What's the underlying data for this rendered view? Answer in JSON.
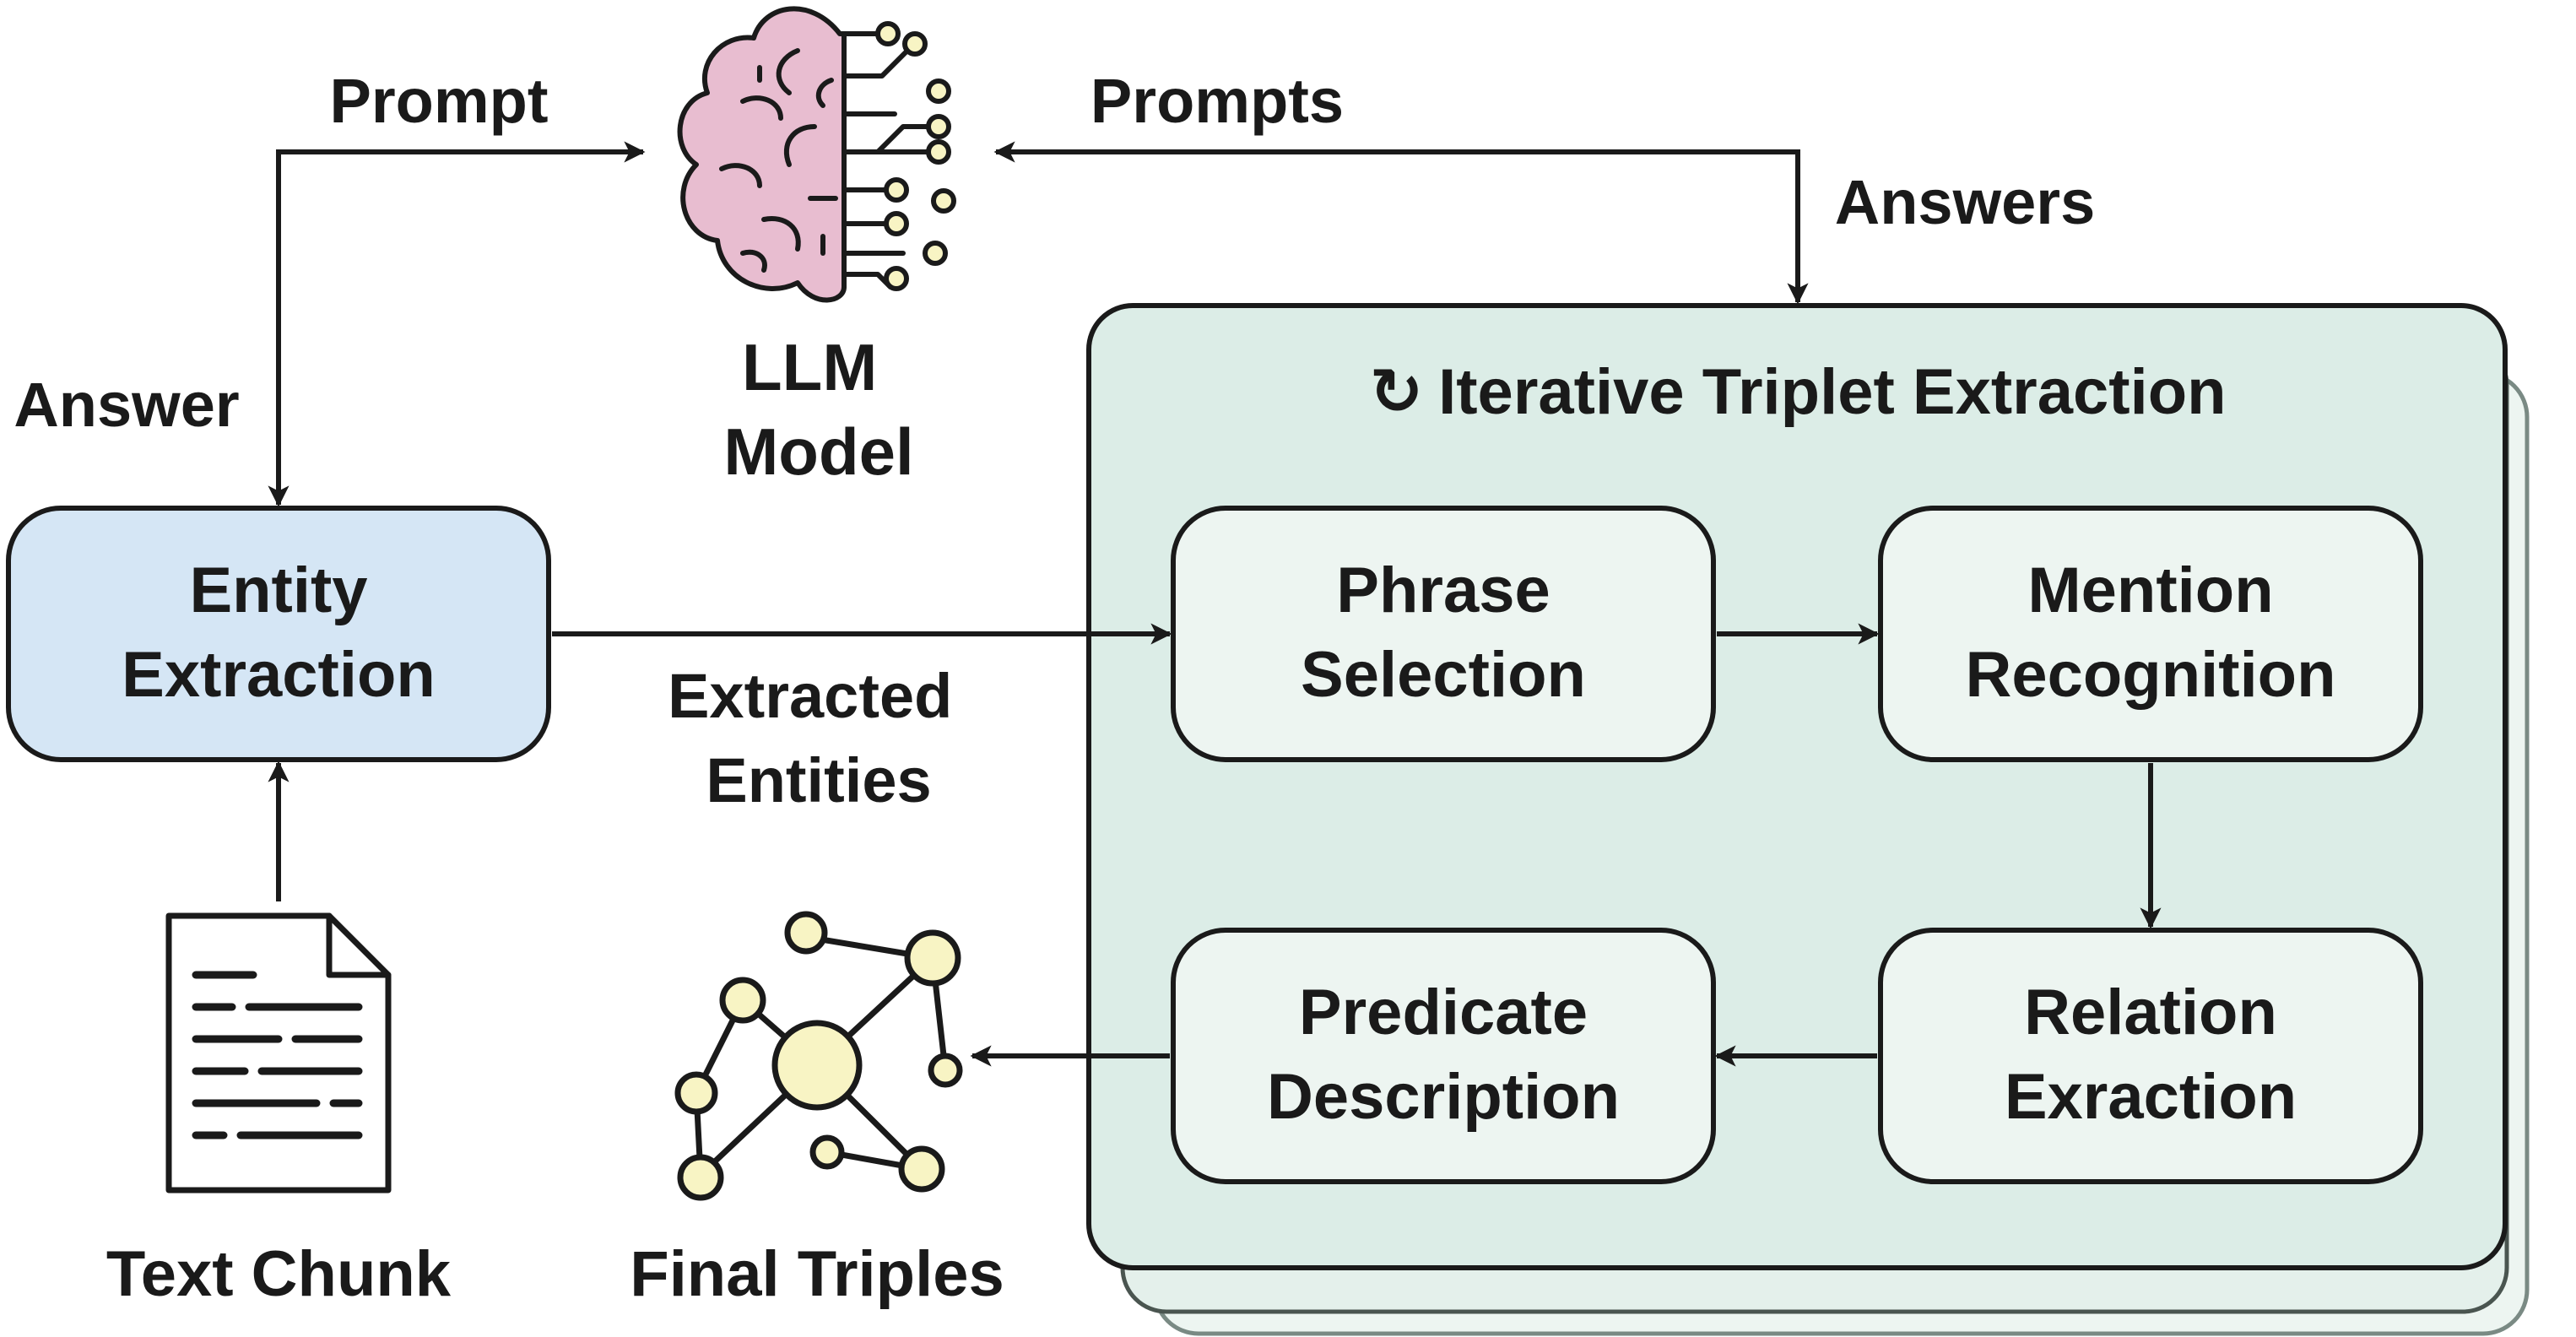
{
  "llm": {
    "line1": "LLM",
    "line2": "Model",
    "icon": "brain-circuit-icon"
  },
  "entity_extraction": {
    "line1": "Entity",
    "line2": "Extraction"
  },
  "text_chunk": {
    "label": "Text Chunk",
    "icon": "document-icon"
  },
  "final_triples": {
    "label": "Final Triples",
    "icon": "graph-network-icon"
  },
  "edges": {
    "prompt": "Prompt",
    "answer": "Answer",
    "prompts": "Prompts",
    "answers": "Answers",
    "extracted_line1": "Extracted",
    "extracted_line2": "Entities"
  },
  "iterative": {
    "title_icon": "↻",
    "title": "Iterative Triplet Extraction",
    "steps": [
      {
        "line1": "Phrase",
        "line2": "Selection"
      },
      {
        "line1": "Mention",
        "line2": "Recognition"
      },
      {
        "line1": "Relation",
        "line2": "Exraction"
      },
      {
        "line1": "Predicate",
        "line2": "Description"
      }
    ]
  },
  "colors": {
    "outline": "#1a1a1a",
    "entity_fill": "#d5e6f5",
    "panel_fill": "#dcede7",
    "step_fill": "#edf5f1",
    "brain_fill": "#e8bdd0",
    "node_fill": "#f8f4c4"
  }
}
